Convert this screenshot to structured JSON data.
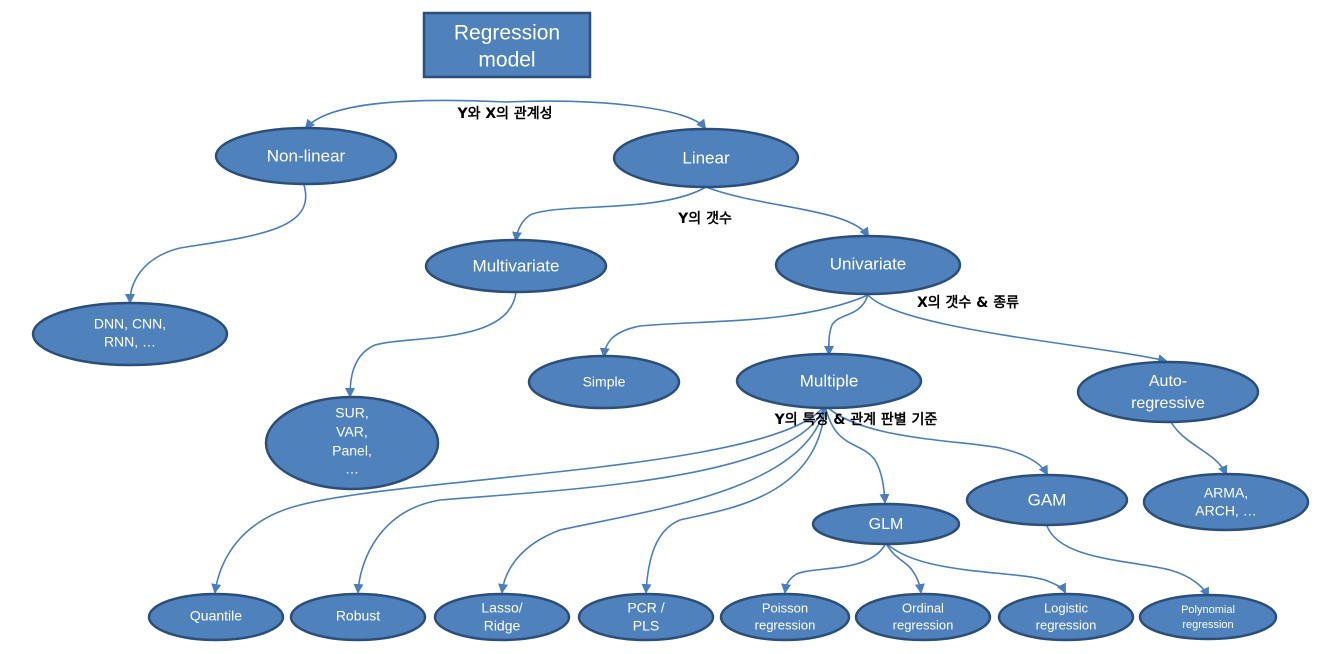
{
  "colors": {
    "node_fill": "#4f81bd",
    "node_stroke": "#2c4f7a",
    "edge": "#4a7ebb",
    "label": "#000000"
  },
  "nodes": {
    "root": [
      "Regression",
      "model"
    ],
    "nonlinear": [
      "Non-linear"
    ],
    "linear": [
      "Linear"
    ],
    "dnn": [
      "DNN, CNN,",
      "RNN, …"
    ],
    "multivariate": [
      "Multivariate"
    ],
    "univariate": [
      "Univariate"
    ],
    "sur": [
      "SUR,",
      "VAR,",
      "Panel,",
      "…"
    ],
    "simple": [
      "Simple"
    ],
    "multiple": [
      "Multiple"
    ],
    "autoregressive": [
      "Auto-",
      "regressive"
    ],
    "arma": [
      "ARMA,",
      "ARCH, …"
    ],
    "gam": [
      "GAM"
    ],
    "glm": [
      "GLM"
    ],
    "quantile": [
      "Quantile"
    ],
    "robust": [
      "Robust"
    ],
    "lasso": [
      "Lasso/",
      "Ridge"
    ],
    "pcr": [
      "PCR /",
      "PLS"
    ],
    "poisson": [
      "Poisson",
      "regression"
    ],
    "ordinal": [
      "Ordinal",
      "regression"
    ],
    "logistic": [
      "Logistic",
      "regression"
    ],
    "polynomial": [
      "Polynomial",
      "regression"
    ]
  },
  "edge_labels": {
    "y_x_relation": "Y와 X의 관계성",
    "y_count": "Y의 갯수",
    "x_count_type": "X의 갯수 & 종류",
    "y_feature": "Y의 특징 & 관계 판별 기준"
  }
}
